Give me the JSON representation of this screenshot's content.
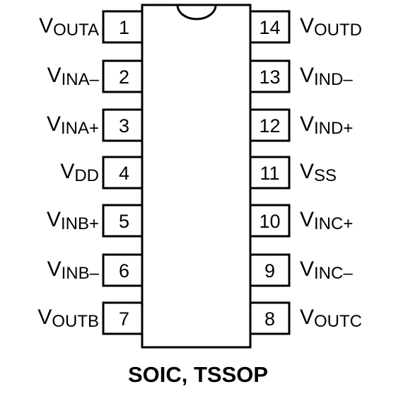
{
  "diagram": {
    "package_label": "SOIC, TSSOP",
    "left_pins": [
      {
        "number": "1",
        "main": "V",
        "sub": "OUTA"
      },
      {
        "number": "2",
        "main": "V",
        "sub": "INA–"
      },
      {
        "number": "3",
        "main": "V",
        "sub": "INA+"
      },
      {
        "number": "4",
        "main": "V",
        "sub": "DD"
      },
      {
        "number": "5",
        "main": "V",
        "sub": "INB+"
      },
      {
        "number": "6",
        "main": "V",
        "sub": "INB–"
      },
      {
        "number": "7",
        "main": "V",
        "sub": "OUTB"
      }
    ],
    "right_pins": [
      {
        "number": "14",
        "main": "V",
        "sub": "OUTD"
      },
      {
        "number": "13",
        "main": "V",
        "sub": "IND–"
      },
      {
        "number": "12",
        "main": "V",
        "sub": "IND+"
      },
      {
        "number": "11",
        "main": "V",
        "sub": "SS"
      },
      {
        "number": "10",
        "main": "V",
        "sub": "INC+"
      },
      {
        "number": "9",
        "main": "V",
        "sub": "INC–"
      },
      {
        "number": "8",
        "main": "V",
        "sub": "OUTC"
      }
    ],
    "colors": {
      "stroke": "#000000",
      "background": "#ffffff"
    }
  }
}
